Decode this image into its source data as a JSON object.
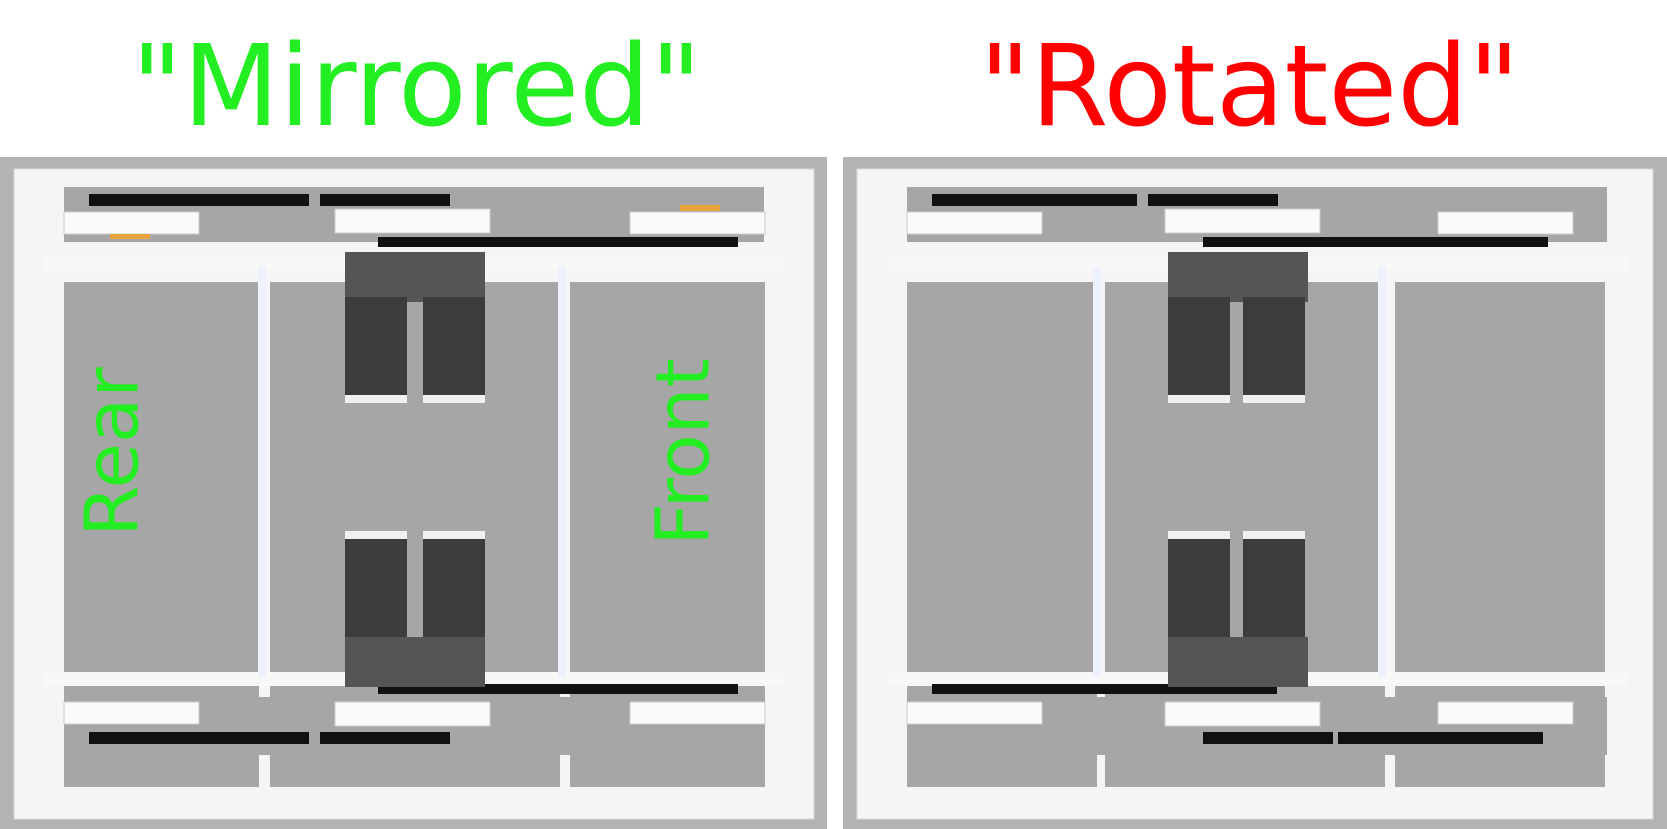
{
  "titles": {
    "left": "\"Mirrored\"",
    "right": "\"Rotated\""
  },
  "labels": {
    "rear": "Rear",
    "front": "Front"
  },
  "colors": {
    "mirrored": "#22ee22",
    "rotated": "#ff0000",
    "frame_bg": "#b3b3b3",
    "rail": "#f7f7f7",
    "plate": "#a6a6a6",
    "motor": "#3c3c3c",
    "belt": "#111111",
    "pulley_hub": "#e8a33c"
  }
}
